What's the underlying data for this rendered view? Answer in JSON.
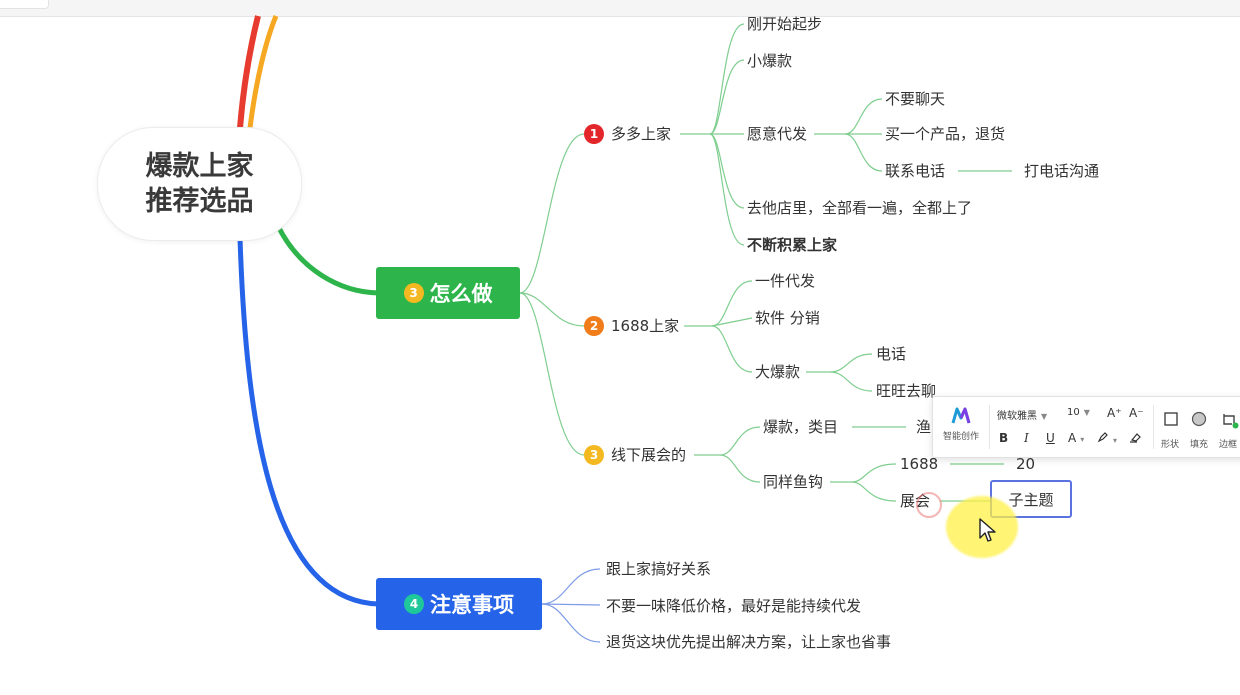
{
  "root": {
    "title": "爆款上家\n推荐选品"
  },
  "branches": {
    "how": {
      "num": "3",
      "label": "怎么做",
      "color": "#2db54b"
    },
    "notes": {
      "num": "4",
      "label": "注意事项",
      "color": "#2563e8"
    }
  },
  "how": {
    "duoduo": {
      "num": "1",
      "label": "多多上家",
      "children": {
        "start": "刚开始起步",
        "small_hit": "小爆款",
        "dropship": "愿意代发",
        "dropship_children": {
          "no_chat": "不要聊天",
          "buy_return": "买一个产品，退货",
          "contact_phone": "联系电话",
          "call": "打电话沟通"
        },
        "visit_store": "去他店里，全部看一遍，全都上了",
        "accumulate": "不断积累上家"
      }
    },
    "alibaba": {
      "num": "2",
      "label": "1688上家",
      "children": {
        "one_piece": "一件代发",
        "software": "软件 分销",
        "big_hit": "大爆款",
        "big_hit_children": {
          "phone": "电话",
          "wangwang": "旺旺去聊"
        }
      }
    },
    "offline": {
      "num": "3",
      "label": "线下展会的",
      "children": {
        "hit_category": "爆款，类目",
        "hit_category_child": "渔",
        "same_hook": "同样鱼钩",
        "same_hook_children": {
          "a1688": "1688",
          "a1688_child": "20",
          "expo": "展会",
          "expo_child": "子主题"
        }
      }
    }
  },
  "notes": {
    "items": [
      "跟上家搞好关系",
      "不要一味降低价格，最好是能持续代发",
      "退货这块优先提出解决方案，让上家也省事"
    ]
  },
  "toolbar": {
    "ai_label": "智能创作",
    "font_name": "微软雅黑",
    "font_size": "10",
    "grow": "A⁺",
    "shrink": "A⁻",
    "bold": "B",
    "italic": "I",
    "underline": "U",
    "font_color": "A",
    "shape_label": "形状",
    "fill_label": "填充",
    "border_label": "边框"
  }
}
